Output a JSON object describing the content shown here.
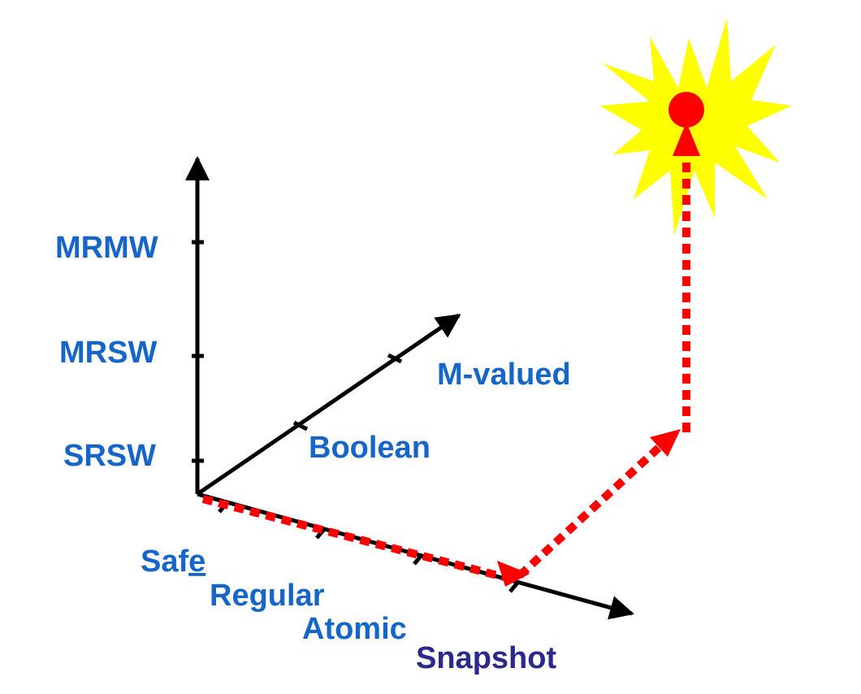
{
  "diagram": {
    "vertical_axis_labels": [
      "MRMW",
      "MRSW",
      "SRSW"
    ],
    "depth_axis_labels": [
      "M-valued",
      "Boolean"
    ],
    "horizontal_axis_labels": {
      "safe_prefix": "Saf",
      "safe_underlined": "e",
      "regular": "Regular",
      "atomic": "Atomic",
      "snapshot": "Snapshot"
    },
    "colors": {
      "axis": "#000000",
      "label": "#1566c8",
      "snapshot_label": "#2b2a8c",
      "path": "#ff0000",
      "star": "#ffff00",
      "star_dot": "#ff0000"
    },
    "icons": {
      "goal": "star-burst-icon",
      "goal_marker": "red-dot-icon"
    }
  }
}
